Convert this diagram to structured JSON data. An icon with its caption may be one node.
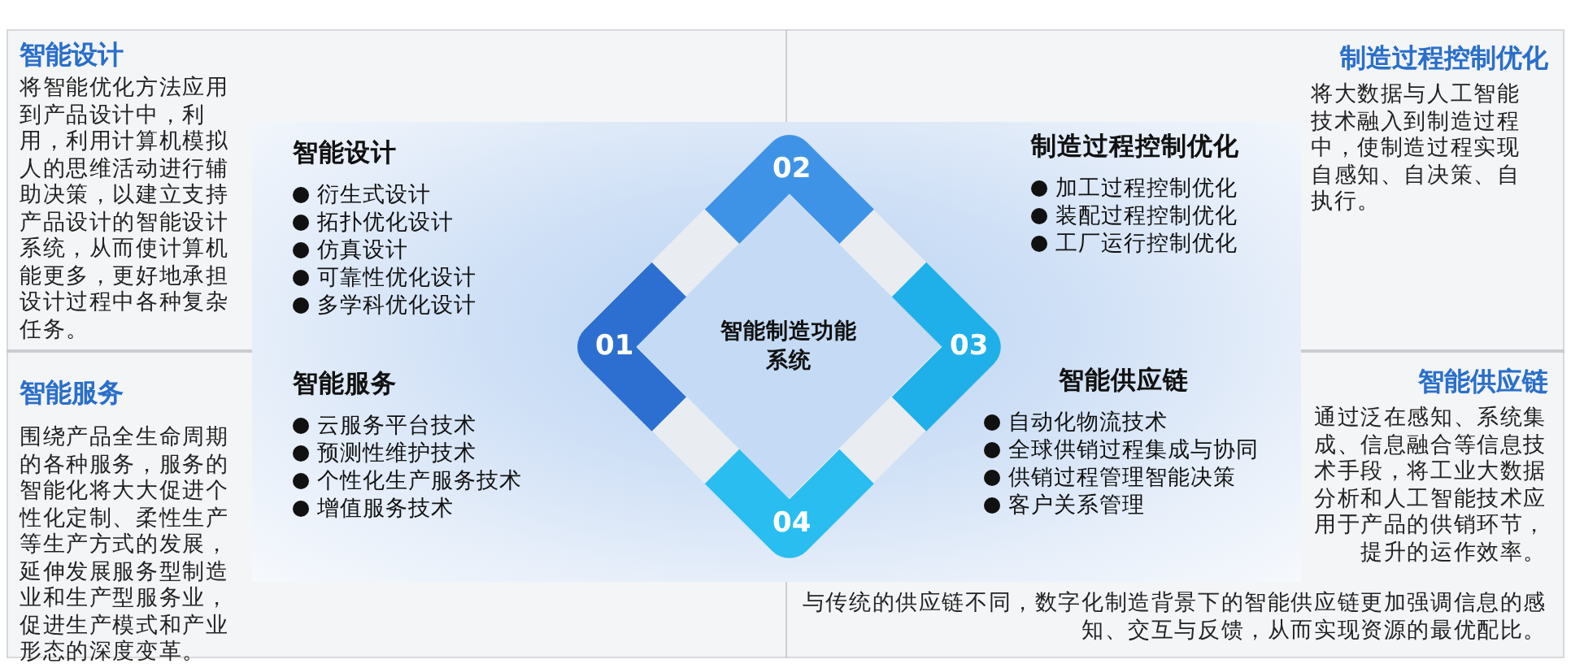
{
  "diagram": {
    "nodes": [
      {
        "text": [
          "智能设计",
          "将智能优化方法应用到产品设计中，利用，利用计算机模拟人的思维活动进行辅助决策，以建立支持产品设计的智能设计系统，从而使计算机能更多，更好地承担设计过程中各种复杂任务。"
        ]
      },
      {
        "text": [
          "制造过程控制优化",
          "将大数据与人工智能技术融入到制造过程中，使制造过程实现自感知、自决策、自执行。"
        ]
      },
      {
        "text": [
          "智能服务",
          "围绕产品全生命周期的各种服务，服务的智能化将大大促进个性化定制、柔性生产等生产方式的发展，延伸发展服务型制造业和生产型服务业，促进生产模式和产业形态的深度变革。"
        ]
      },
      {
        "text": [
          "智能供应链",
          "通过泛在感知、系统集成、信息融合等信息技术手段，将工业大数据分析和人工智能技术应用于产品的供销环节，提升的运作效率。",
          "与传统的供应链不同，数字化制造背景下的智能供应链更加强调信息的感知、交互与反馈，从而实现资源的最优配比。"
        ]
      },
      {
        "text": [
          "智能设计",
          "衍生式设计",
          "拓扑优化设计",
          "仿真设计",
          "可靠性优化设计",
          "多学科优化设计"
        ]
      },
      {
        "text": [
          "制造过程控制优化",
          "加工过程控制优化",
          "装配过程控制优化",
          "工厂运行控制优化"
        ]
      },
      {
        "text": [
          "智能服务",
          "云服务平台技术",
          "预测性维护技术",
          "个性化生产服务技术",
          "增值服务技术"
        ]
      },
      {
        "text": [
          "智能供应链",
          "自动化物流技术",
          "全球供销过程集成与协同",
          "供销过程管理智能决策",
          "客户关系管理"
        ]
      },
      {
        "text": [
          "01"
        ]
      },
      {
        "text": [
          "02"
        ]
      },
      {
        "text": [
          "03"
        ]
      },
      {
        "text": [
          "04"
        ]
      },
      {
        "text": [
          "智能制造功能系统"
        ]
      }
    ]
  }
}
